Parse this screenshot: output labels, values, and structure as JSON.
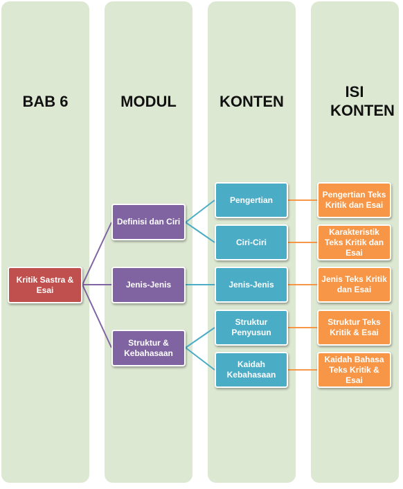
{
  "columns": [
    {
      "title": "BAB 6"
    },
    {
      "title": "MODUL"
    },
    {
      "title": "KONTEN"
    },
    {
      "title": "ISI KONTEN"
    }
  ],
  "root": "Kritik Sastra & Esai",
  "modul": [
    "Definisi dan Ciri",
    "Jenis-Jenis",
    "Struktur & Kebahasaan"
  ],
  "konten": [
    "Pengertian",
    "Ciri-Ciri",
    "Jenis-Jenis",
    "Struktur Penyusun",
    "Kaidah Kebahasaan"
  ],
  "isi_konten": [
    "Pengertian Teks Kritik dan Esai",
    "Karakteristik Teks Kritik dan Esai",
    "Jenis Teks Kritik dan Esai",
    "Struktur Teks Kritik & Esai",
    "Kaidah Bahasa Teks Kritik & Esai"
  ],
  "colors": {
    "column_bg": "#dde8d2",
    "root": "#c0504d",
    "modul": "#8064a2",
    "konten": "#4bacc6",
    "isi_konten": "#f79646"
  }
}
